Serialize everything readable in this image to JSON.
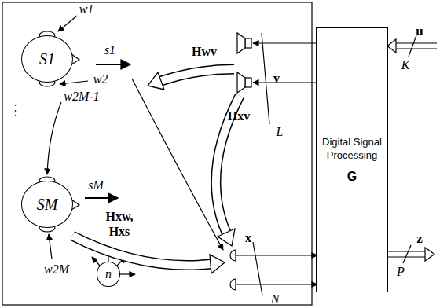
{
  "diagram": {
    "nodes": [
      {
        "text": [
          "S1"
        ]
      },
      {
        "text": [
          "SM"
        ]
      },
      {
        "text": [
          "n"
        ]
      },
      {
        "text": [
          "Digital Signal Processing",
          "G"
        ]
      }
    ],
    "labels": [
      "w1",
      "s1",
      "⋮",
      "w2",
      "w2M-1",
      "sM",
      "w2M",
      "Hwv",
      "v",
      "L",
      "Hxv",
      "Hxw,",
      "Hxs",
      "x",
      "N",
      "u",
      "K",
      "z",
      "P"
    ]
  }
}
